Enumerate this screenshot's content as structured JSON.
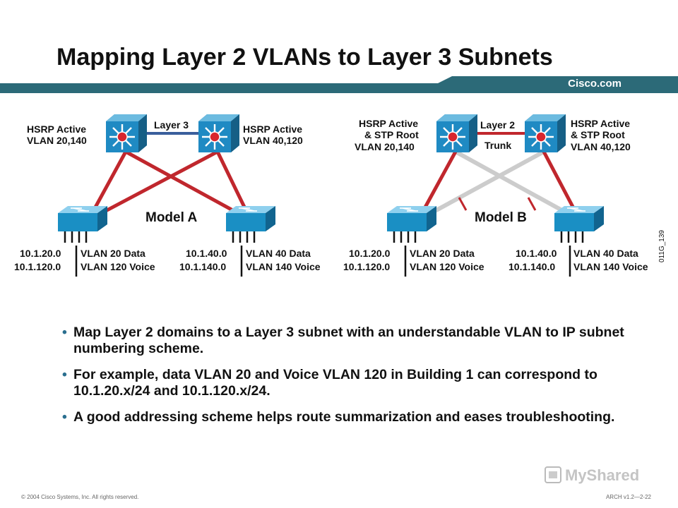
{
  "slide": {
    "title": "Mapping Layer 2 VLANs to Layer 3 Subnets",
    "brand": "Cisco.com",
    "colors": {
      "banner": "#2c6a78",
      "red_link": "#c0272d",
      "blue_link": "#3a5f9c",
      "gray_link": "#cccccc",
      "switch": "#1a8fc4"
    }
  },
  "diagram": {
    "figure_id": "011G_139",
    "model_a": {
      "name": "Model A",
      "link_label": "Layer 3",
      "left_core": {
        "line1": "HSRP Active",
        "line2": "VLAN 20,140"
      },
      "right_core": {
        "line1": "HSRP Active",
        "line2": "VLAN 40,120"
      },
      "left_access": {
        "subnets": [
          "10.1.20.0",
          "10.1.120.0"
        ],
        "vlans": [
          "VLAN 20 Data",
          "VLAN 120 Voice"
        ]
      },
      "right_access": {
        "subnets": [
          "10.1.40.0",
          "10.1.140.0"
        ],
        "vlans": [
          "VLAN 40 Data",
          "VLAN 140 Voice"
        ]
      }
    },
    "model_b": {
      "name": "Model B",
      "link_label": "Layer 2",
      "link_sublabel": "Trunk",
      "left_core": {
        "line1": "HSRP Active",
        "line2": "& STP Root",
        "line3": "VLAN 20,140"
      },
      "right_core": {
        "line1": "HSRP Active",
        "line2": "& STP Root",
        "line3": "VLAN 40,120"
      },
      "left_access": {
        "subnets": [
          "10.1.20.0",
          "10.1.120.0"
        ],
        "vlans": [
          "VLAN 20 Data",
          "VLAN 120 Voice"
        ]
      },
      "right_access": {
        "subnets": [
          "10.1.40.0",
          "10.1.140.0"
        ],
        "vlans": [
          "VLAN 40 Data",
          "VLAN 140 Voice"
        ]
      }
    }
  },
  "bullets": [
    "Map Layer 2 domains to a Layer 3 subnet with an understandable VLAN to IP subnet numbering scheme.",
    "For example, data VLAN 20 and Voice VLAN 120 in Building 1 can correspond to 10.1.20.x/24 and 10.1.120.x/24.",
    "A good addressing scheme helps route summarization and eases troubleshooting."
  ],
  "footer": {
    "copyright": "© 2004 Cisco Systems, Inc. All rights reserved.",
    "course": "ARCH v1.2—2-22",
    "watermark": "MyShared"
  }
}
